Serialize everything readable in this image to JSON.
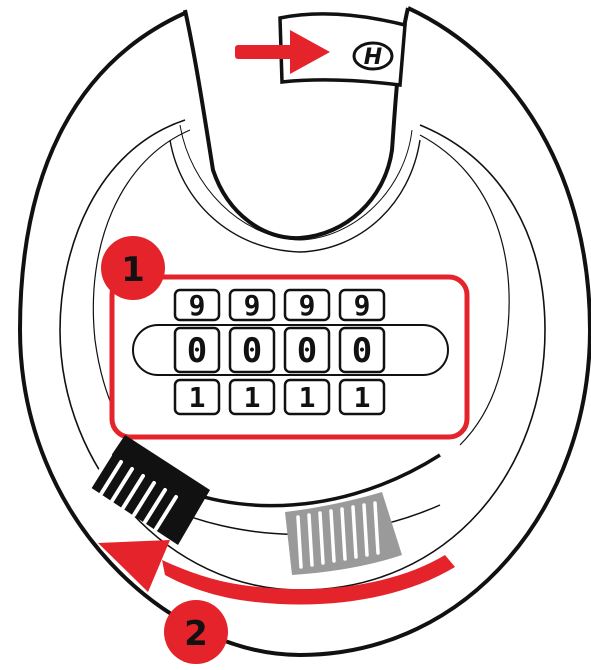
{
  "colors": {
    "accent": "#e4232b",
    "outline": "#111111",
    "grip_dark": "#111111",
    "grip_light": "#9a9a9a",
    "background": "#ffffff"
  },
  "steps": [
    {
      "label": "1"
    },
    {
      "label": "2"
    }
  ],
  "dials": [
    {
      "top": "9",
      "center": "0",
      "bottom": "1"
    },
    {
      "top": "9",
      "center": "0",
      "bottom": "1"
    },
    {
      "top": "9",
      "center": "0",
      "bottom": "1"
    },
    {
      "top": "9",
      "center": "0",
      "bottom": "1"
    }
  ],
  "shackle_tab": {
    "label": "H"
  },
  "icons": {
    "push_arrow": "arrow-right-icon",
    "rotate_arrow": "arrow-rotate-left-icon"
  }
}
